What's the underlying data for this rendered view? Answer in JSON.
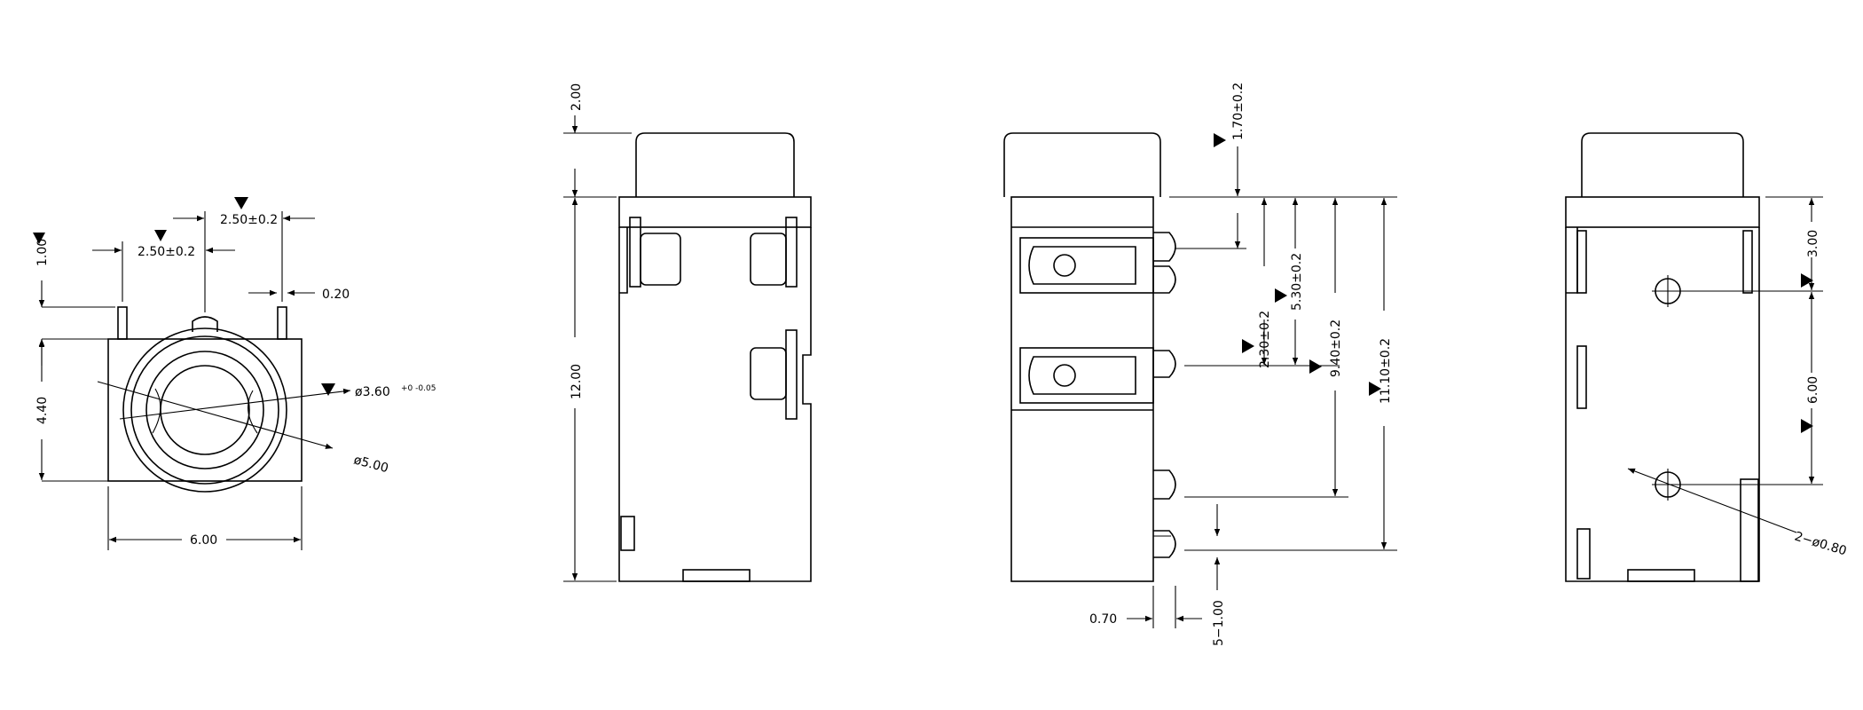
{
  "dimensions": {
    "front_w_6": "6.00",
    "front_h_440": "4.40",
    "front_h_100": "1.00",
    "front_pitch_a": "2.50±0.2",
    "front_pitch_b": "2.50±0.2",
    "front_pin_w": "0.20",
    "front_bore": "ø3.60",
    "front_bore_tol": "+0 -0.05",
    "front_dia5": "ø5.00",
    "side_len_12": "12.00",
    "side_cap_2": "2.00",
    "r_170": "1.70±0.2",
    "r_230": "2.30±0.2",
    "r_530": "5.30±0.2",
    "r_940": "9.40±0.2",
    "r_1110": "11.10±0.2",
    "r_070": "0.70",
    "r_5x1": "5−1.00",
    "b_300": "3.00",
    "b_600": "6.00",
    "b_holes": "2−ø0.80"
  }
}
